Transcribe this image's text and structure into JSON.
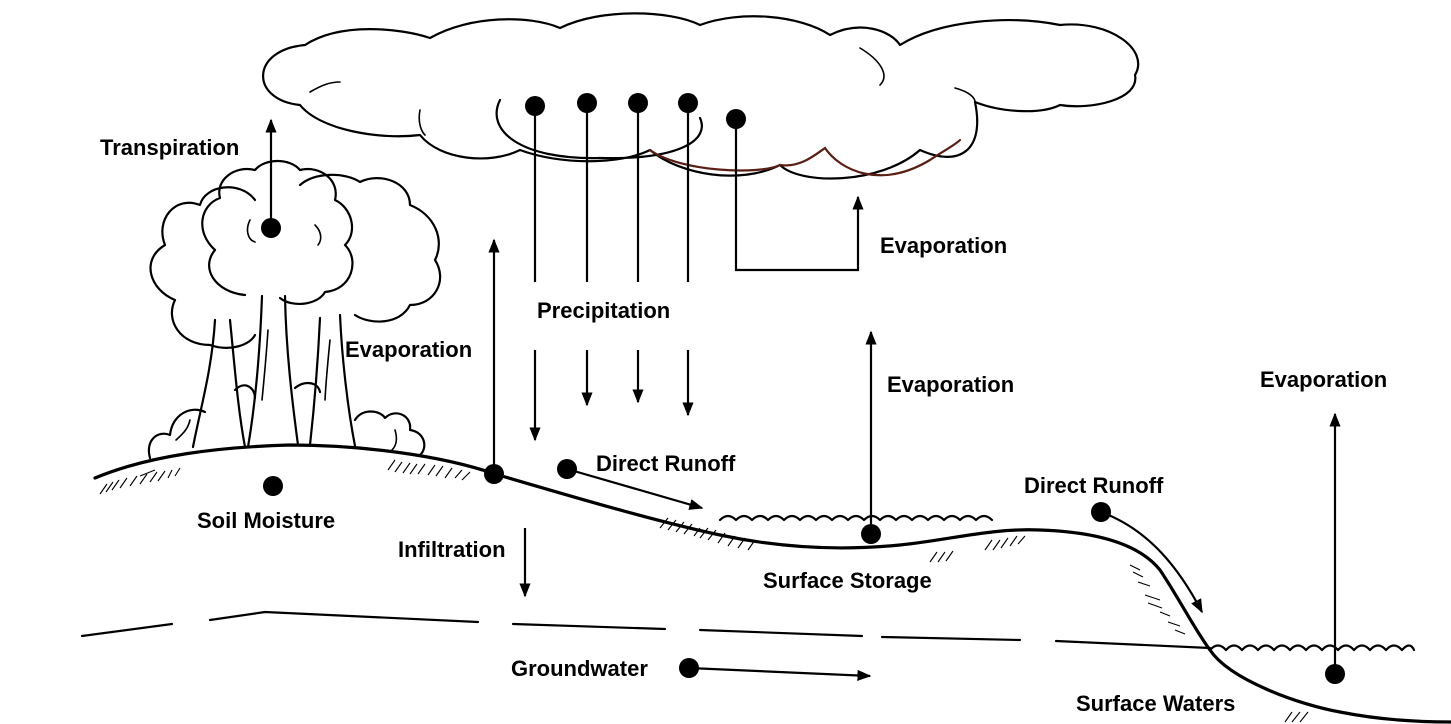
{
  "labels": {
    "transpiration": "Transpiration",
    "evaporation_cloud": "Evaporation",
    "precipitation": "Precipitation",
    "evaporation_soil": "Evaporation",
    "evaporation_storage": "Evaporation",
    "evaporation_surface_waters": "Evaporation",
    "direct_runoff_1": "Direct Runoff",
    "direct_runoff_2": "Direct Runoff",
    "soil_moisture": "Soil Moisture",
    "infiltration": "Infiltration",
    "surface_storage": "Surface Storage",
    "groundwater": "Groundwater",
    "surface_waters": "Surface Waters"
  },
  "colors": {
    "ink": "#000000",
    "cloud_shadow": "#5a1e14",
    "background": "#ffffff"
  }
}
